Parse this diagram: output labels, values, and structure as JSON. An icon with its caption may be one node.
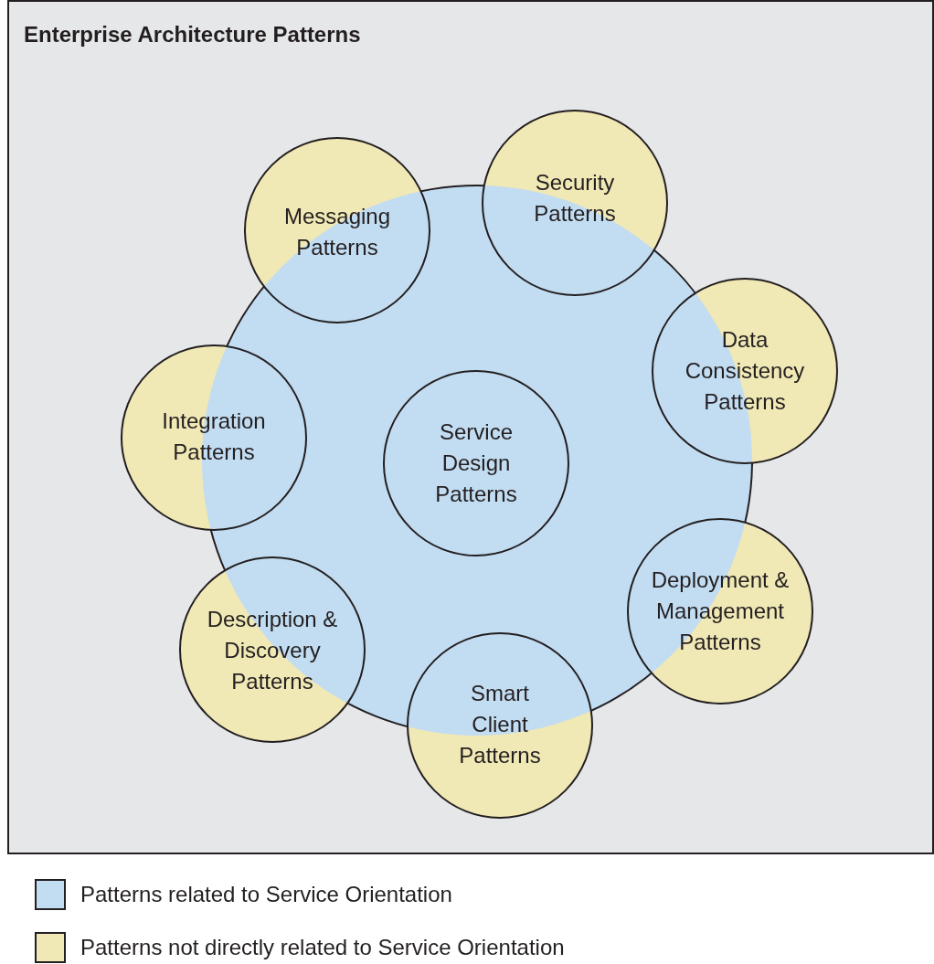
{
  "diagram": {
    "nodes": [
      {
        "text": [
          "Enterprise Architecture Patterns"
        ]
      },
      {
        "text": [],
        "shape": "circle",
        "in": 0
      },
      {
        "text": [
          "Service Design Patterns"
        ],
        "in": 1
      },
      {
        "text": [
          "Security Patterns"
        ],
        "in": 0
      },
      {
        "text": [
          "Messaging Patterns"
        ],
        "in": 0
      },
      {
        "text": [
          "Data Consistency Patterns"
        ],
        "in": 0
      },
      {
        "text": [
          "Integration Patterns"
        ],
        "in": 0
      },
      {
        "text": [
          "Deployment & Management Patterns"
        ],
        "in": 0
      },
      {
        "text": [
          "Description & Discovery Patterns"
        ],
        "in": 0
      },
      {
        "text": [
          "Smart Client Patterns"
        ],
        "in": 0
      }
    ],
    "edges": [],
    "legend": [
      {
        "text": "Patterns related to Service Orientation",
        "color": "#c2dcf2"
      },
      {
        "text": "Patterns not directly related to Service Orientation",
        "color": "#f0e8b5"
      }
    ]
  }
}
